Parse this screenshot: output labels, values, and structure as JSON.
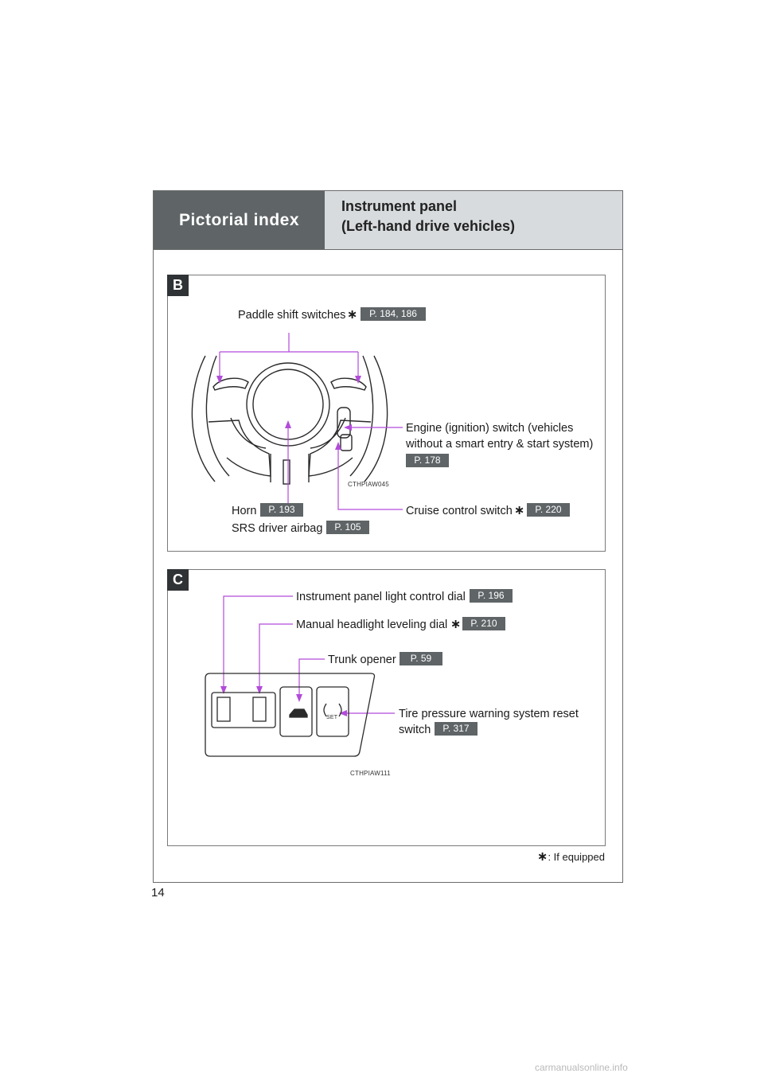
{
  "header": {
    "section": "Pictorial index",
    "title_line1": "Instrument panel",
    "title_line2": "(Left-hand drive vehicles)"
  },
  "section_b": {
    "badge": "B",
    "image_code": "CTHPIAW045",
    "paddle": {
      "label": "Paddle shift switches",
      "page": "P. 184, 186"
    },
    "engine": {
      "line1": "Engine (ignition) switch (vehicles",
      "line2": "without a smart entry & start system)",
      "page": "P. 178"
    },
    "horn": {
      "label": "Horn",
      "page": "P. 193"
    },
    "airbag": {
      "label": "SRS driver airbag",
      "page": "P. 105"
    },
    "cruise": {
      "label": "Cruise control switch",
      "page": "P. 220"
    }
  },
  "section_c": {
    "badge": "C",
    "image_code": "CTHPIAW111",
    "light_dial": {
      "label": "Instrument panel light control dial",
      "page": "P. 196"
    },
    "headlight": {
      "label": "Manual headlight leveling dial",
      "page": "P. 210"
    },
    "trunk": {
      "label": "Trunk opener",
      "page": "P. 59"
    },
    "tire": {
      "line1": "Tire pressure warning system reset",
      "line2": "switch",
      "page": "P. 317",
      "button_text": "SET"
    }
  },
  "footnote": {
    "star": "∗",
    "text": ": If equipped"
  },
  "page_number": "14",
  "watermark": "carmanualsonline.info",
  "colors": {
    "header_dark": "#5f6466",
    "header_light": "#d7dbdd",
    "leader": "#b24bd9"
  }
}
